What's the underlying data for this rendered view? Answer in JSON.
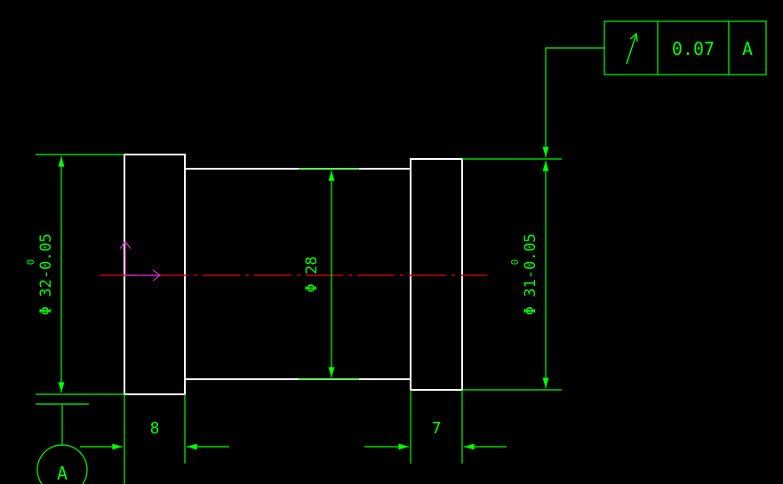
{
  "colors": {
    "background": "#000000",
    "outline": "#ffffff",
    "dimension": "#00ff00",
    "centerline": "#cc0000",
    "axis": "#cc33cc"
  },
  "dimensions": {
    "left_diameter": {
      "symbol": "Φ",
      "value": "32",
      "tolerance_upper": "0",
      "tolerance_lower": "-0.05"
    },
    "center_diameter": {
      "symbol": "Φ",
      "value": "28"
    },
    "right_diameter": {
      "symbol": "Φ",
      "value": "31",
      "tolerance_upper": "0",
      "tolerance_lower": "-0.05"
    },
    "left_width": "8",
    "right_width": "7"
  },
  "feature_control_frame": {
    "symbol": "runout-arrow-icon",
    "tolerance": "0.07",
    "datum": "A"
  },
  "datum_label": "A"
}
